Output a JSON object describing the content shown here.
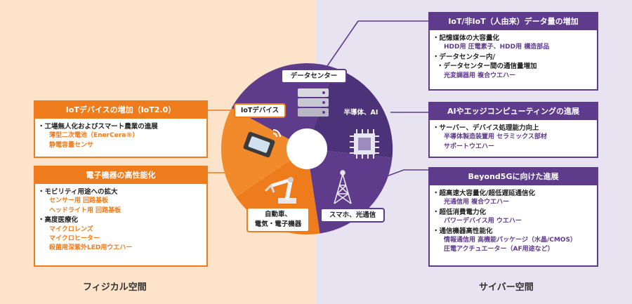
{
  "spaces": {
    "physical": "フィジカル空間",
    "cyber": "サイバー空間"
  },
  "hub": {
    "data_center": "データセンター",
    "iot_devices": "IoTデバイス",
    "semiconductor_ai": "半導体、AI",
    "automotive": "自動車、\n電気・電子機器",
    "smartphone": "スマホ、光通信"
  },
  "panels": {
    "iot_data": {
      "title": "IoT/非IoT（人由来）データ量の増加",
      "items": [
        {
          "text": "記憶媒体の大容量化",
          "subs": [
            "HDD用 圧電素子、HDD用 構造部品"
          ]
        },
        {
          "text": "データセンター内/",
          "cont": "データセンター間の通信量増加",
          "subs": [
            "光変調器用 複合ウエハー"
          ]
        }
      ]
    },
    "ai_edge": {
      "title": "AIやエッジコンピューティングの進展",
      "items": [
        {
          "text": "サーバー、デバイス処理能力向上",
          "subs": [
            "半導体製造装置用 セラミックス部材",
            "サポートウエハー"
          ]
        }
      ]
    },
    "beyond5g": {
      "title": "Beyond5Gに向けた進展",
      "items": [
        {
          "text": "超高速大容量化/超低遅延通信化",
          "subs": [
            "光通信用 複合ウエハー"
          ]
        },
        {
          "text": "超低消費電力化",
          "subs": [
            "パワーデバイス用 ウエハー"
          ]
        },
        {
          "text": "通信機器高性能化",
          "subs": [
            "情報通信用 高機能パッケージ（水晶/CMOS）",
            "圧電アクチュエーター（AF用途など）"
          ]
        }
      ]
    },
    "iot_growth": {
      "title": "IoTデバイスの増加（IoT2.0）",
      "items": [
        {
          "text": "工場無人化およびスマート農業の進展",
          "subs": [
            "薄型二次電池（EnerCera®）",
            "静電容量センサ"
          ]
        }
      ]
    },
    "electronics": {
      "title": "電子機器の高性能化",
      "items": [
        {
          "text": "モビリティ用途への拡大",
          "subs": [
            "センサー用 回路基板",
            "ヘッドライト用 回路基板"
          ]
        },
        {
          "text": "高度医療化",
          "subs": [
            "マイクロレンズ",
            "マイクロヒーター",
            "殺菌用深紫外LED用ウエハー"
          ]
        }
      ]
    }
  },
  "colors": {
    "orange": "#ee7b1c",
    "purple": "#5f3b8c",
    "cream": "#fce3ca",
    "lavender": "#e7e3f0"
  },
  "icons": [
    "server-icon",
    "chip-icon",
    "tower-icon",
    "robot-arm-icon",
    "sensor-device-icon"
  ]
}
